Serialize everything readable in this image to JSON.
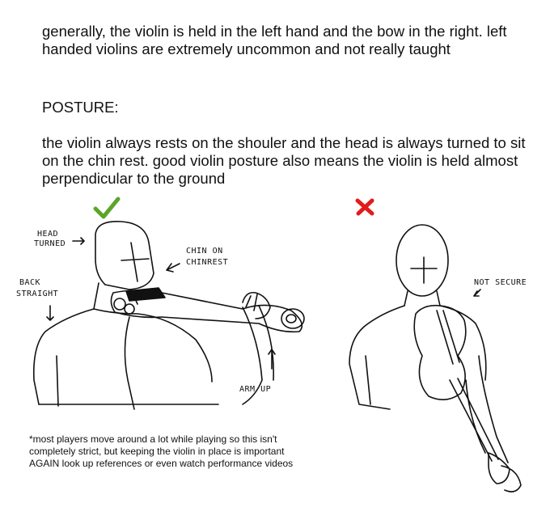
{
  "text": {
    "intro": "generally, the violin is held in the left hand and the bow in the right.  left handed violins are extremely uncommon and not really taught",
    "heading": "POSTURE:",
    "posture": "the violin always rests on the shouler and the head is always turned to sit on the chin rest.  good violin posture also means the violin is held almost perpendicular to the ground",
    "note_line1": "*most players move around a lot while playing so this isn't",
    "note_line2": "completely strict, but keeping the violin in place is important",
    "note_line3": "AGAIN look up references or even watch performance videos"
  },
  "labels": {
    "head_turned_1": "HEAD",
    "head_turned_2": "TURNED",
    "chin_on_1": "CHIN ON",
    "chin_on_2": "CHINREST",
    "back_1": "BACK",
    "back_2": "STRAIGHT",
    "arm_up": "ARM UP",
    "not_secure": "NOT SECURE"
  },
  "marks": {
    "correct": "✔",
    "incorrect": "✘"
  },
  "colors": {
    "check": "#5aa52a",
    "cross": "#e21b1b"
  }
}
